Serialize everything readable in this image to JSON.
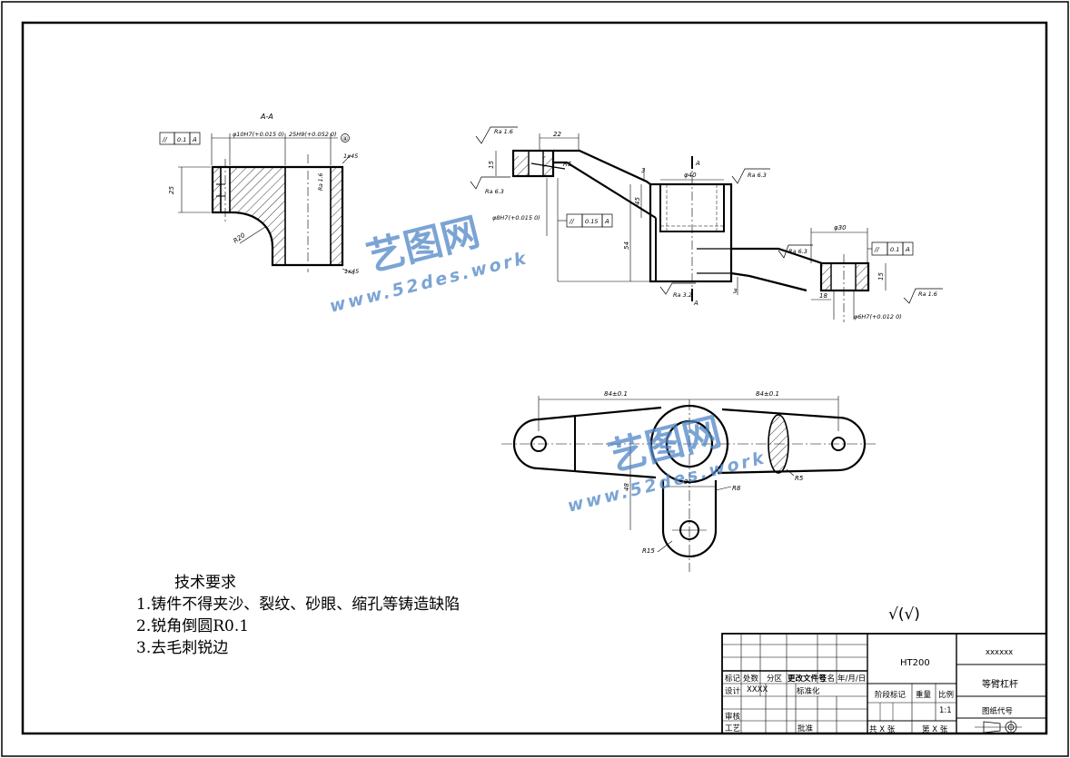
{
  "technical_requirements": {
    "title": "技术要求",
    "items": [
      "1.铸件不得夹沙、裂纹、砂眼、缩孔等铸造缺陷",
      "2.锐角倒圆R0.1",
      "3.去毛刺锐边"
    ]
  },
  "roughness_symbol": "√(√)",
  "section_view_label": "A-A",
  "dimensions": {
    "d10": "φ10H7(+0.015 0)",
    "d25": "25H9(+0.052 0)",
    "v25": "25",
    "r20": "R20",
    "c05": "1x45",
    "r22": "22",
    "r15": "15",
    "r5": "R5",
    "r3": "3",
    "r40": "φ40",
    "r45": "45",
    "r54": "54",
    "r30": "φ30",
    "r18": "18",
    "r15b": "15",
    "d8": "φ8H7(+0.015 0)",
    "d6": "φ6H7(+0.012 0)",
    "rr3": "3",
    "t84a": "84±0.1",
    "t84b": "84±0.1",
    "r8": "R8",
    "r5b": "R5",
    "r15c": "R15",
    "d30": "30",
    "d48": "48"
  },
  "roughness": {
    "ra16a": "Ra 1.6",
    "ra63a": "Ra 6.3",
    "ra63b": "Ra 6.3",
    "ra63c": "Ra 6.3",
    "ra32": "Ra 3.2",
    "ra16b": "Ra 1.6",
    "ra16c": "Ra 1.6"
  },
  "tolerances": {
    "t1": {
      "symbol": "//",
      "value": "0.1",
      "datum": "A"
    },
    "t2": {
      "symbol": "//",
      "value": "0.15",
      "datum": "A"
    },
    "t3": {
      "symbol": "//",
      "value": "0.1",
      "datum": "A"
    }
  },
  "section_marks": {
    "a1": "A",
    "a2": "A",
    "circled": "④"
  },
  "title_block": {
    "material": "HT200",
    "company": "xxxxxx",
    "part_name": "等臂杠杆",
    "drawing_no": "图纸代号",
    "scale_label": "比例",
    "scale_value": "1:1",
    "weight": "重量",
    "stage_mark": "阶段标记",
    "sheets_total": "共 X 张",
    "sheet_no": "第 X 张",
    "row_headers": [
      "标记",
      "处数",
      "分区",
      "更改文件号",
      "签名",
      "年/月/日"
    ],
    "design": "设计",
    "designer": "XXXX",
    "standardize": "标准化",
    "check": "审核",
    "process": "工艺",
    "approve": "批准"
  },
  "watermark": {
    "brand": "艺图网",
    "url": "www.52des.work"
  }
}
